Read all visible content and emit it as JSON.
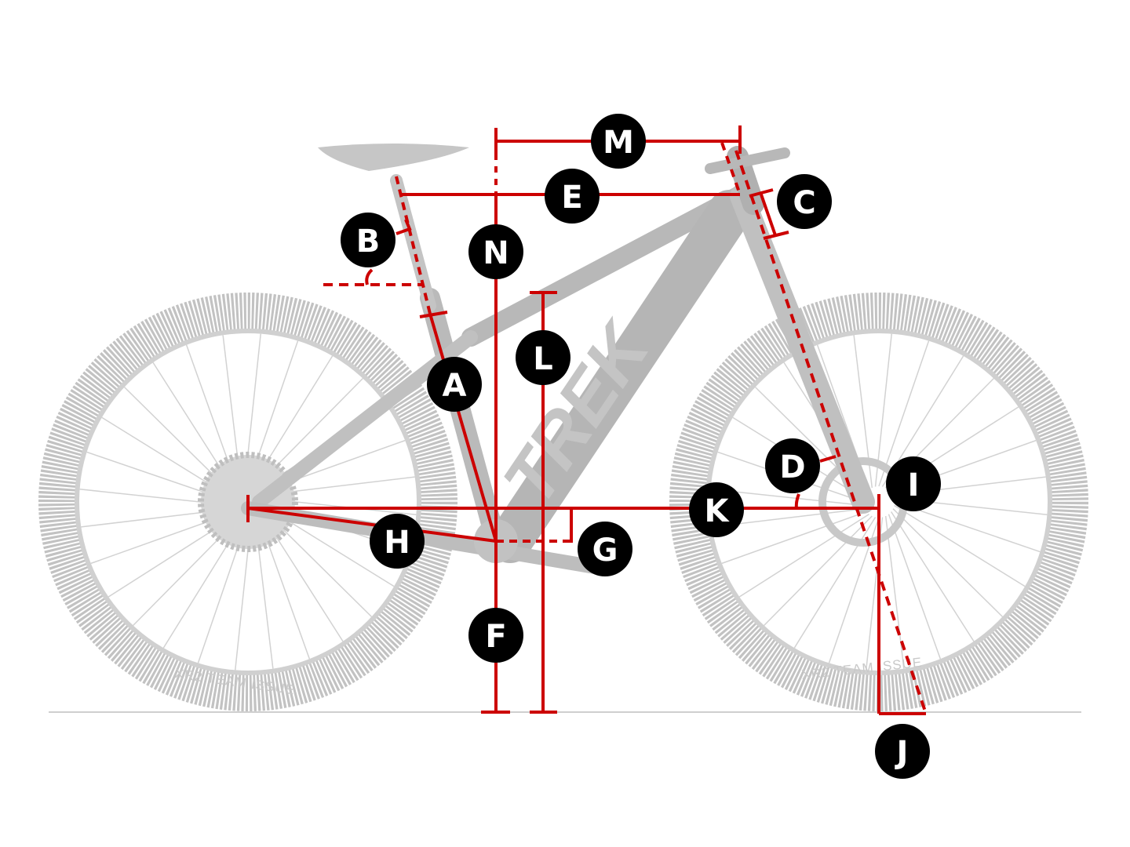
{
  "diagram": {
    "title": "Bike geometry diagram",
    "brand_logo": "TREK",
    "rear_tire_text": "XR2 TEAM ISSUE",
    "front_tire_text": "XR2 TEAM ISSUE",
    "measurement_color": "#cc0000",
    "badge_color": "#000000",
    "bike_color": "#bdbdbd",
    "labels": {
      "A": "A",
      "B": "B",
      "C": "C",
      "D": "D",
      "E": "E",
      "F": "F",
      "G": "G",
      "H": "H",
      "I": "I",
      "J": "J",
      "K": "K",
      "L": "L",
      "M": "M",
      "N": "N"
    }
  }
}
